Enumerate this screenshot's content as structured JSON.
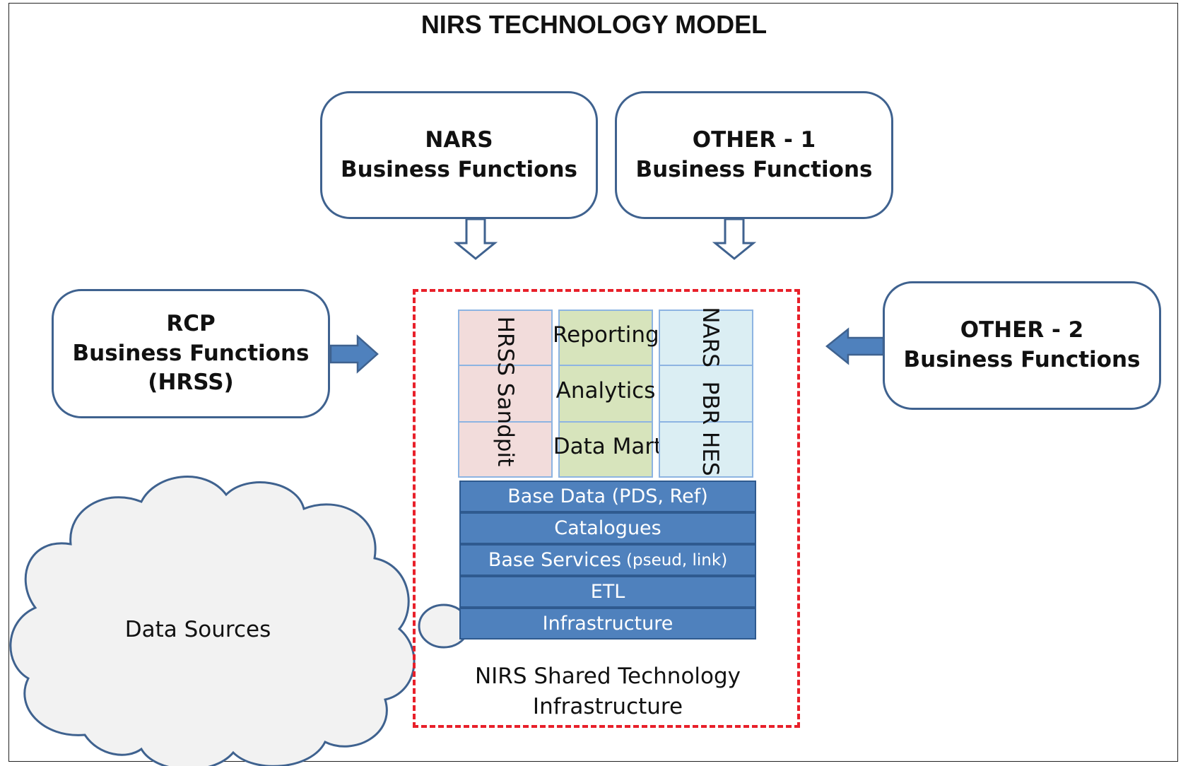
{
  "title": "NIRS TECHNOLOGY MODEL",
  "boxes": {
    "nars": {
      "line1": "NARS",
      "line2": "Business Functions"
    },
    "other1": {
      "line1": "OTHER - 1",
      "line2": "Business Functions"
    },
    "rcp": {
      "line1": "RCP",
      "line2": "Business Functions",
      "line3": "(HRSS)"
    },
    "other2": {
      "line1": "OTHER - 2",
      "line2": "Business Functions"
    }
  },
  "columns": {
    "left": "HRSS Sandpit",
    "middle": [
      "Reporting",
      "Analytics",
      "Data Mart"
    ],
    "right": "NARS  PBR HES"
  },
  "layers": [
    {
      "label": "Base Data (PDS, Ref)",
      "sub": ""
    },
    {
      "label": "Catalogues",
      "sub": ""
    },
    {
      "label": "Base Services",
      "sub": "(pseud, link)"
    },
    {
      "label": "ETL",
      "sub": ""
    },
    {
      "label": "Infrastructure",
      "sub": ""
    }
  ],
  "caption": {
    "line1": "NIRS Shared Technology",
    "line2": "Infrastructure"
  },
  "cloud": {
    "label": "Data Sources"
  },
  "colors": {
    "box_border": "#3f628f",
    "dashed_border": "#e8202a",
    "layer_fill": "#4f81bd",
    "pink": "#f2dcdb",
    "green": "#d7e4bc",
    "blue": "#dbeef3",
    "cloud_fill": "#f2f2f2"
  }
}
